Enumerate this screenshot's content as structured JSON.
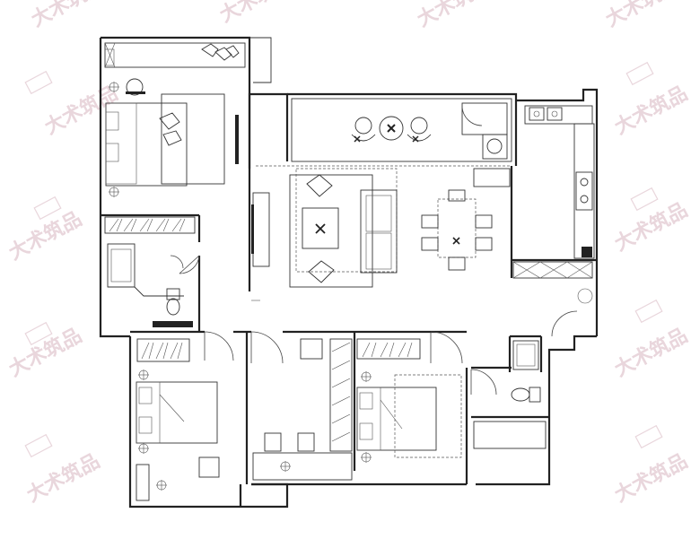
{
  "watermark": {
    "text": "大术筑品",
    "color": "#e9d6dc"
  },
  "plan": {
    "rooms": [
      "bedroom-northwest",
      "bedroom-southwest",
      "bedroom-south",
      "living-room",
      "dining-area",
      "kitchen",
      "balcony",
      "bathroom-west",
      "bathroom-east",
      "study"
    ]
  },
  "caption": {
    "text": "",
    "color": "#d23a3a"
  }
}
